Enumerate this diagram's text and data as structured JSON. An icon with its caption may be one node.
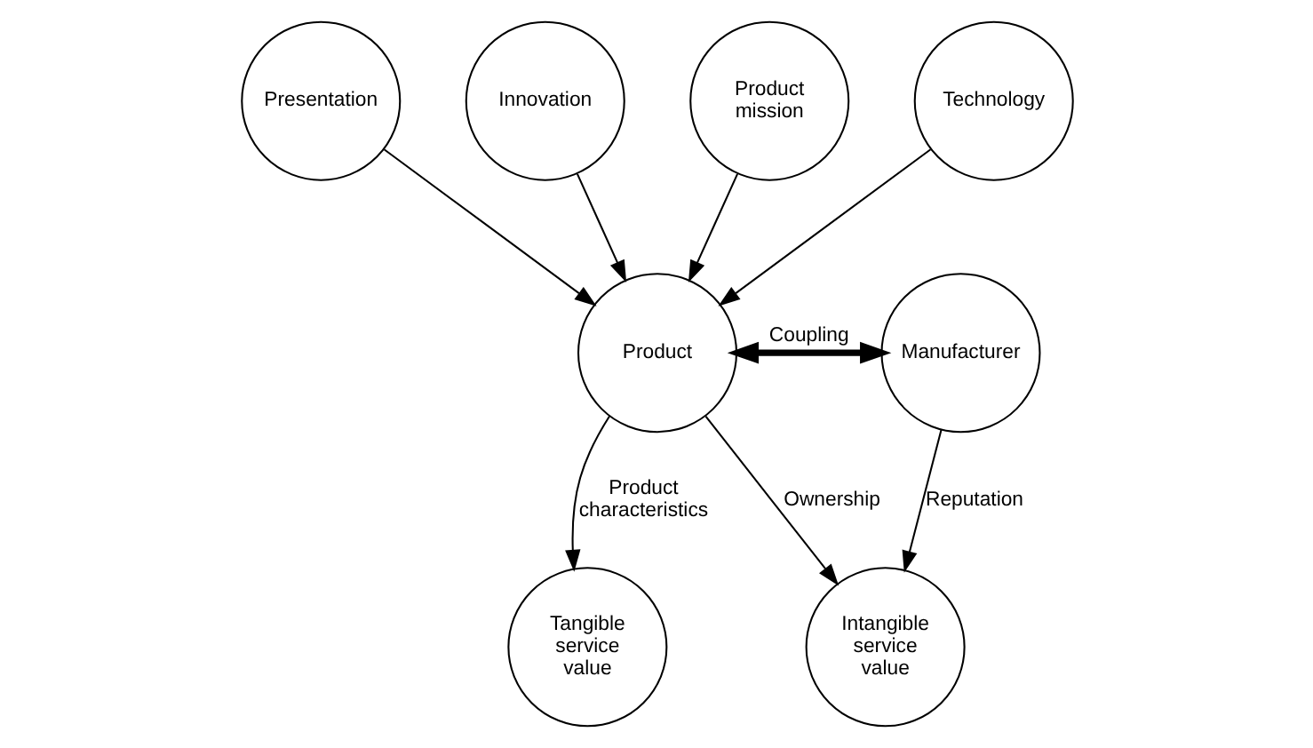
{
  "diagram": {
    "nodes": [
      {
        "text": [
          "Presentation"
        ]
      },
      {
        "text": [
          "Innovation"
        ]
      },
      {
        "text": [
          "Product mission"
        ]
      },
      {
        "text": [
          "Technology"
        ]
      },
      {
        "text": [
          "Product"
        ]
      },
      {
        "text": [
          "Manufacturer"
        ]
      },
      {
        "text": [
          "Tangible service value"
        ]
      },
      {
        "text": [
          "Intangible service value"
        ]
      }
    ],
    "edges": [
      {
        "from": 0,
        "to": 4,
        "arrow": "to"
      },
      {
        "from": 1,
        "to": 4,
        "arrow": "to"
      },
      {
        "from": 2,
        "to": 4,
        "arrow": "to"
      },
      {
        "from": 3,
        "to": 4,
        "arrow": "to"
      },
      {
        "from": 4,
        "to": 5,
        "arrow": "both",
        "label": "Coupling",
        "style": "thick"
      },
      {
        "from": 4,
        "to": 6,
        "arrow": "to",
        "label": "Product characteristics"
      },
      {
        "from": 4,
        "to": 7,
        "arrow": "to",
        "label": "Ownership"
      },
      {
        "from": 5,
        "to": 7,
        "arrow": "to",
        "label": "Reputation"
      }
    ]
  }
}
